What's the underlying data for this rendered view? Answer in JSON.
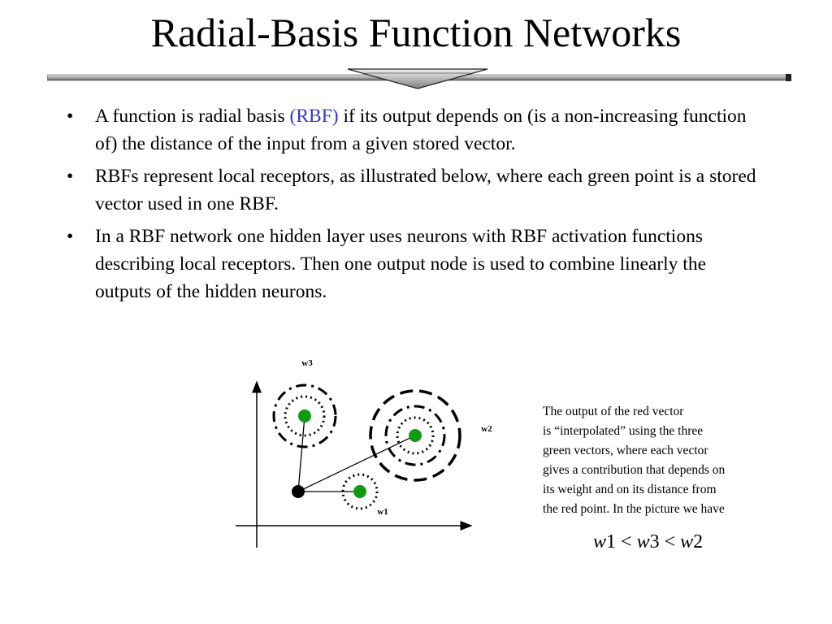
{
  "title": "Radial-Basis Function Networks",
  "bullets": [
    {
      "mark": "•",
      "before": "A function is radial basis ",
      "highlight": "(RBF)",
      "after": " if its output depends on (is a non-increasing function of) the distance of the input from a given stored vector."
    },
    {
      "mark": "•",
      "text": " RBFs represent local receptors, as illustrated below, where each green point is a stored vector used in one RBF."
    },
    {
      "mark": "•",
      "text": "In a RBF network one hidden layer uses neurons with RBF activation functions describing local receptors. Then one output node is used to combine linearly the outputs of the hidden neurons."
    }
  ],
  "diagram": {
    "labels": {
      "w1": "w1",
      "w2": "w2",
      "w3": "w3"
    },
    "colors": {
      "stored_vector": "#119911",
      "input_vector": "#000000",
      "highlight": "#3333cc"
    }
  },
  "caption": {
    "lines": [
      "The output of the red vector",
      "is “interpolated” using the three",
      "green vectors, where each vector",
      "gives a contribution that depends on",
      "its weight and on its distance from",
      "the red point. In the picture we have"
    ]
  },
  "formula": {
    "w1_var": "w",
    "w1_idx": "1",
    "op1": " < ",
    "w3_var": "w",
    "w3_idx": "3",
    "op2": " < ",
    "w2_var": "w",
    "w2_idx": "2"
  }
}
